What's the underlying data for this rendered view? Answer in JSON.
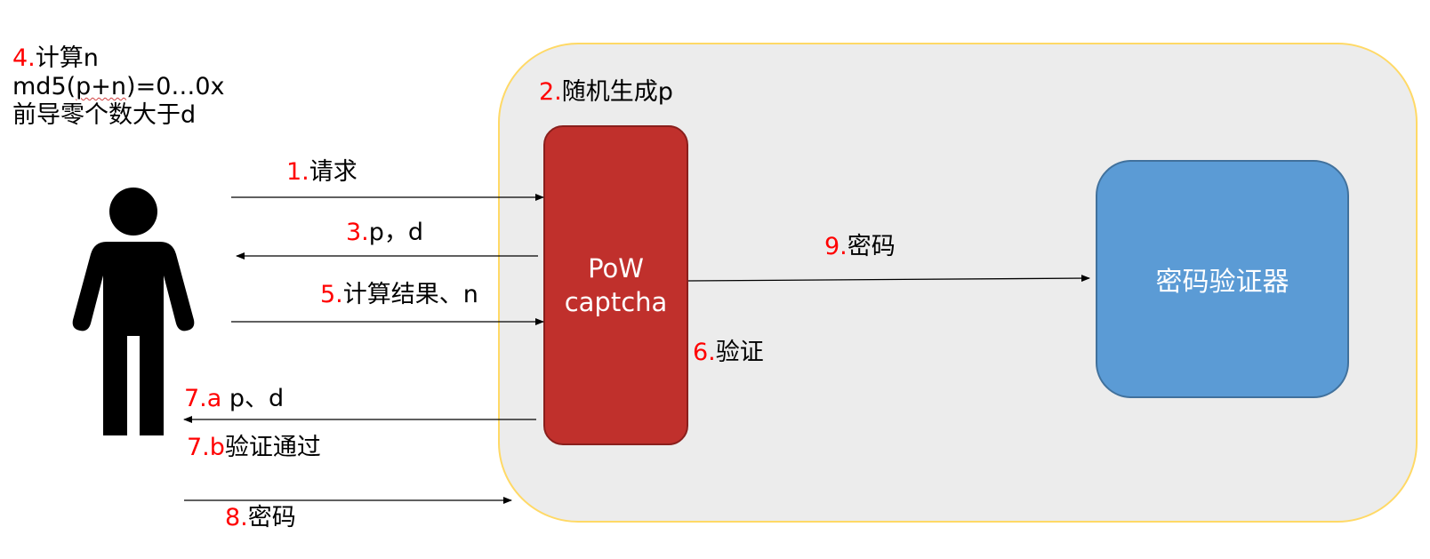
{
  "compute_note": {
    "step": "4.",
    "title": "计算n",
    "formula_part1": "md5(",
    "formula_underlined": "p+n",
    "formula_part2": ")=0…0x",
    "condition": "前导零个数大于d"
  },
  "generate": {
    "step": "2.",
    "text": "随机生成p"
  },
  "pow_box": {
    "line1": "PoW",
    "line2": "captcha"
  },
  "verifier_box": {
    "label": "密码验证器"
  },
  "arrows": {
    "request": {
      "step": "1.",
      "text": "请求"
    },
    "challenge": {
      "step": "3.",
      "text": "p，d"
    },
    "submit": {
      "step": "5.",
      "text": "计算结果、n"
    },
    "verify": {
      "step": "6.",
      "text": "验证"
    },
    "resend": {
      "step": "7.a",
      "text": " p、d"
    },
    "passed": {
      "step": "7.b",
      "text": "验证通过"
    },
    "password_send": {
      "step": "8.",
      "text": "密码"
    },
    "password_forward": {
      "step": "9.",
      "text": "密码"
    }
  },
  "colors": {
    "step_number": "#ff0000",
    "pow_fill": "#c0302c",
    "verifier_fill": "#5b9bd5",
    "zone_fill": "#ececec",
    "zone_border": "#ffd966"
  },
  "icons": {
    "user": "person-silhouette-icon"
  }
}
